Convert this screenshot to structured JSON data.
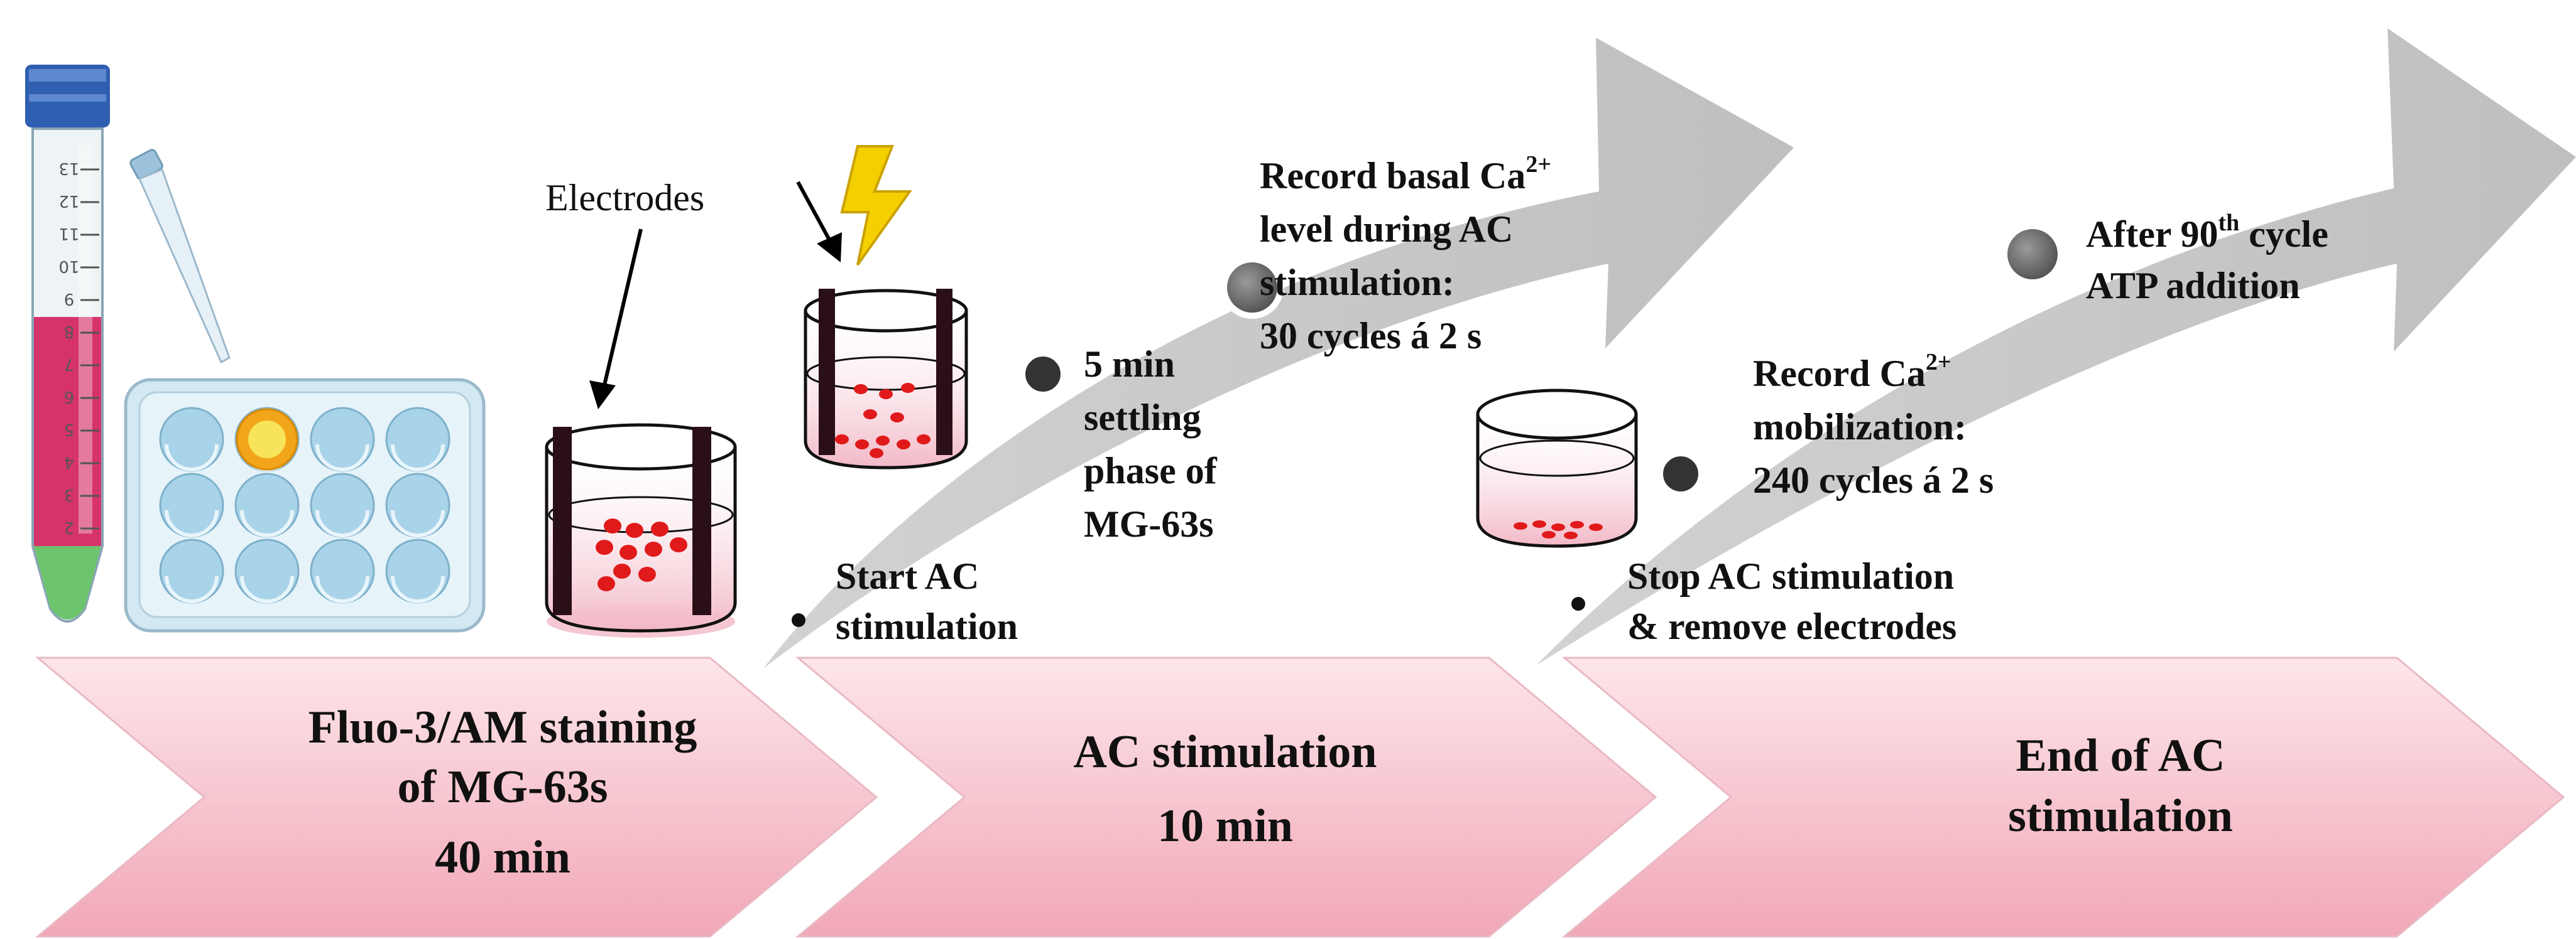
{
  "stages": [
    {
      "line1": "Fluo-3/AM staining",
      "line2": "of MG-63s",
      "line3": "40 min"
    },
    {
      "line1": "AC stimulation",
      "line2": "10 min"
    },
    {
      "line1": "End of AC",
      "line2": "stimulation"
    }
  ],
  "labels": {
    "electrodes": "Electrodes",
    "start_ac_1": "Start AC",
    "start_ac_2": "stimulation",
    "settling_1": "5 min",
    "settling_2": "settling",
    "settling_3": "phase of",
    "settling_4": "MG-63s",
    "record_basal_1": "Record basal Ca",
    "record_basal_sup": "2+",
    "record_basal_2": "level during AC",
    "record_basal_3": "stimulation:",
    "record_basal_4": "30 cycles á 2 s",
    "stop_ac_1": "Stop AC stimulation",
    "stop_ac_2": "& remove electrodes",
    "record_mob_1": "Record Ca",
    "record_mob_sup": "2+",
    "record_mob_2": "mobilization:",
    "record_mob_3": "240 cycles á 2 s",
    "after_90_1": "After 90",
    "after_90_sup": "th",
    "after_90_1b": " cycle",
    "after_90_2": "ATP addition"
  },
  "tube_ticks": [
    "13",
    "12",
    "11",
    "10",
    "9",
    "8",
    "7",
    "6",
    "5",
    "4",
    "3",
    "2"
  ],
  "colors": {
    "chevron_light": "#fde6ea",
    "chevron_dark": "#f2aab8",
    "grey_arrow": "#c8c8c8",
    "liquid_pink": "#d6336c",
    "cell_red": "#e01a1a",
    "plate_blue": "#cce6f2",
    "bolt_yellow": "#f5d000"
  }
}
